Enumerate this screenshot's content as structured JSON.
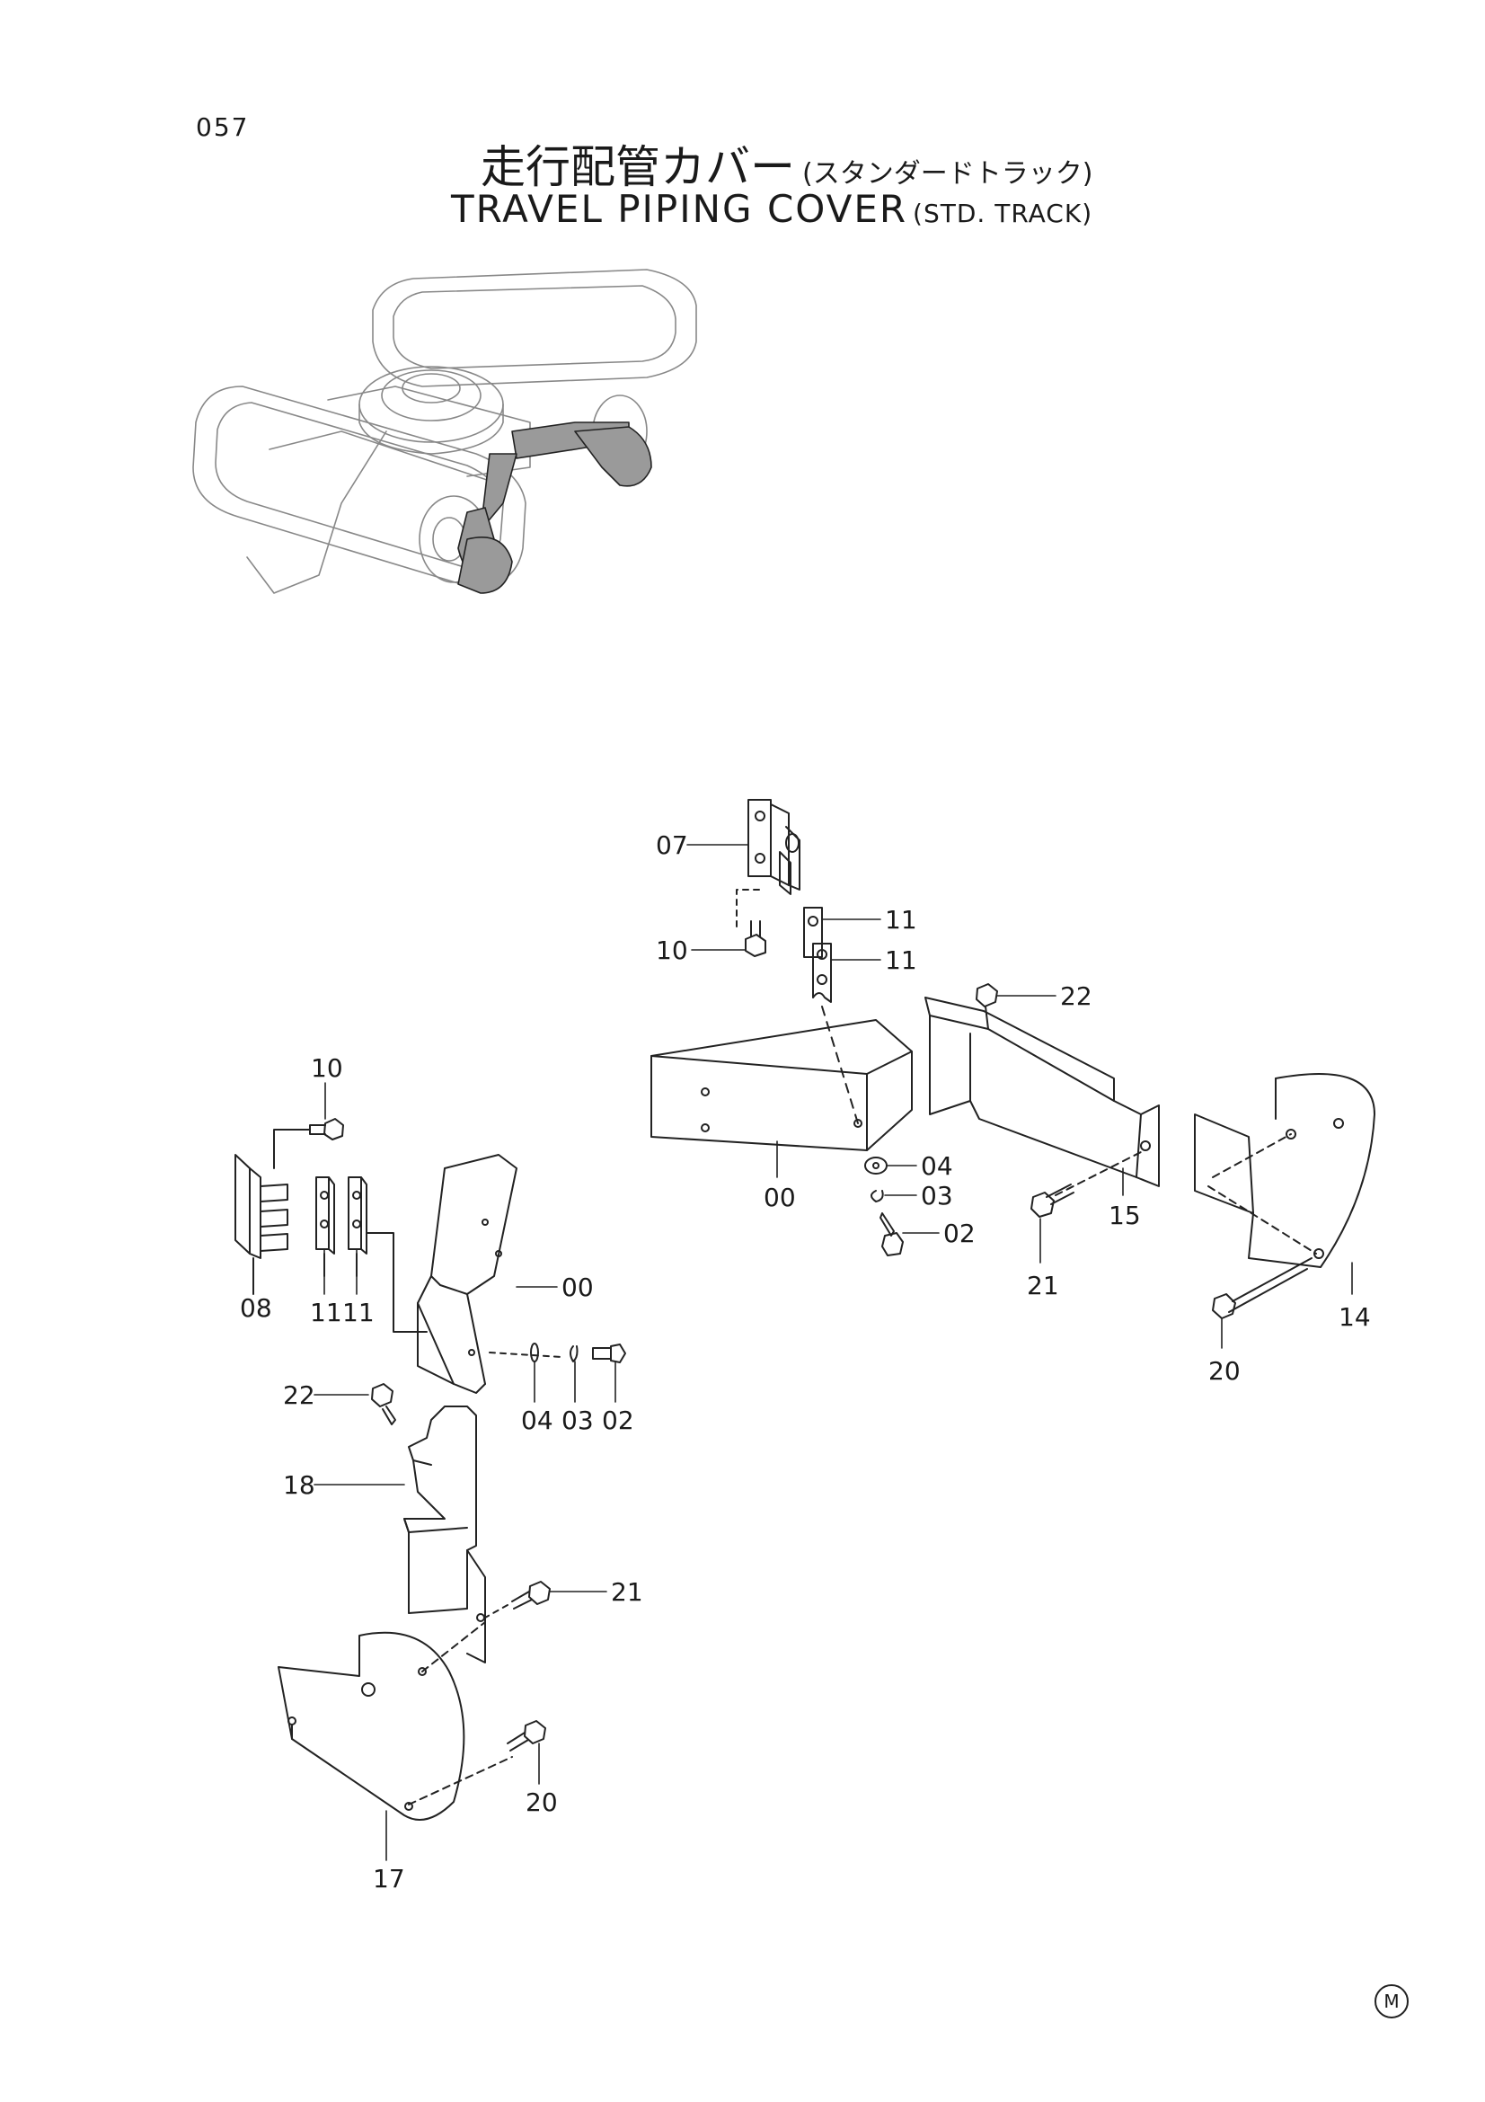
{
  "page_number": "057",
  "title": {
    "jp": "走行配管カバー",
    "jp_sub": "(スタンダードトラック)",
    "en": "TRAVEL PIPING COVER",
    "en_sub": "(STD. TRACK)"
  },
  "mark": "M",
  "callouts": {
    "a07": "07",
    "a10": "10",
    "a11a": "11",
    "a11b": "11",
    "a22": "22",
    "a00": "00",
    "a04": "04",
    "a03": "03",
    "a02": "02",
    "a15": "15",
    "a21": "21",
    "a14": "14",
    "a20": "20",
    "b10": "10",
    "b08": "08",
    "b11a": "11",
    "b11b": "11",
    "b00": "00",
    "b04": "04",
    "b03": "03",
    "b02": "02",
    "b22": "22",
    "b18": "18",
    "b21": "21",
    "b20": "20",
    "b17": "17"
  }
}
